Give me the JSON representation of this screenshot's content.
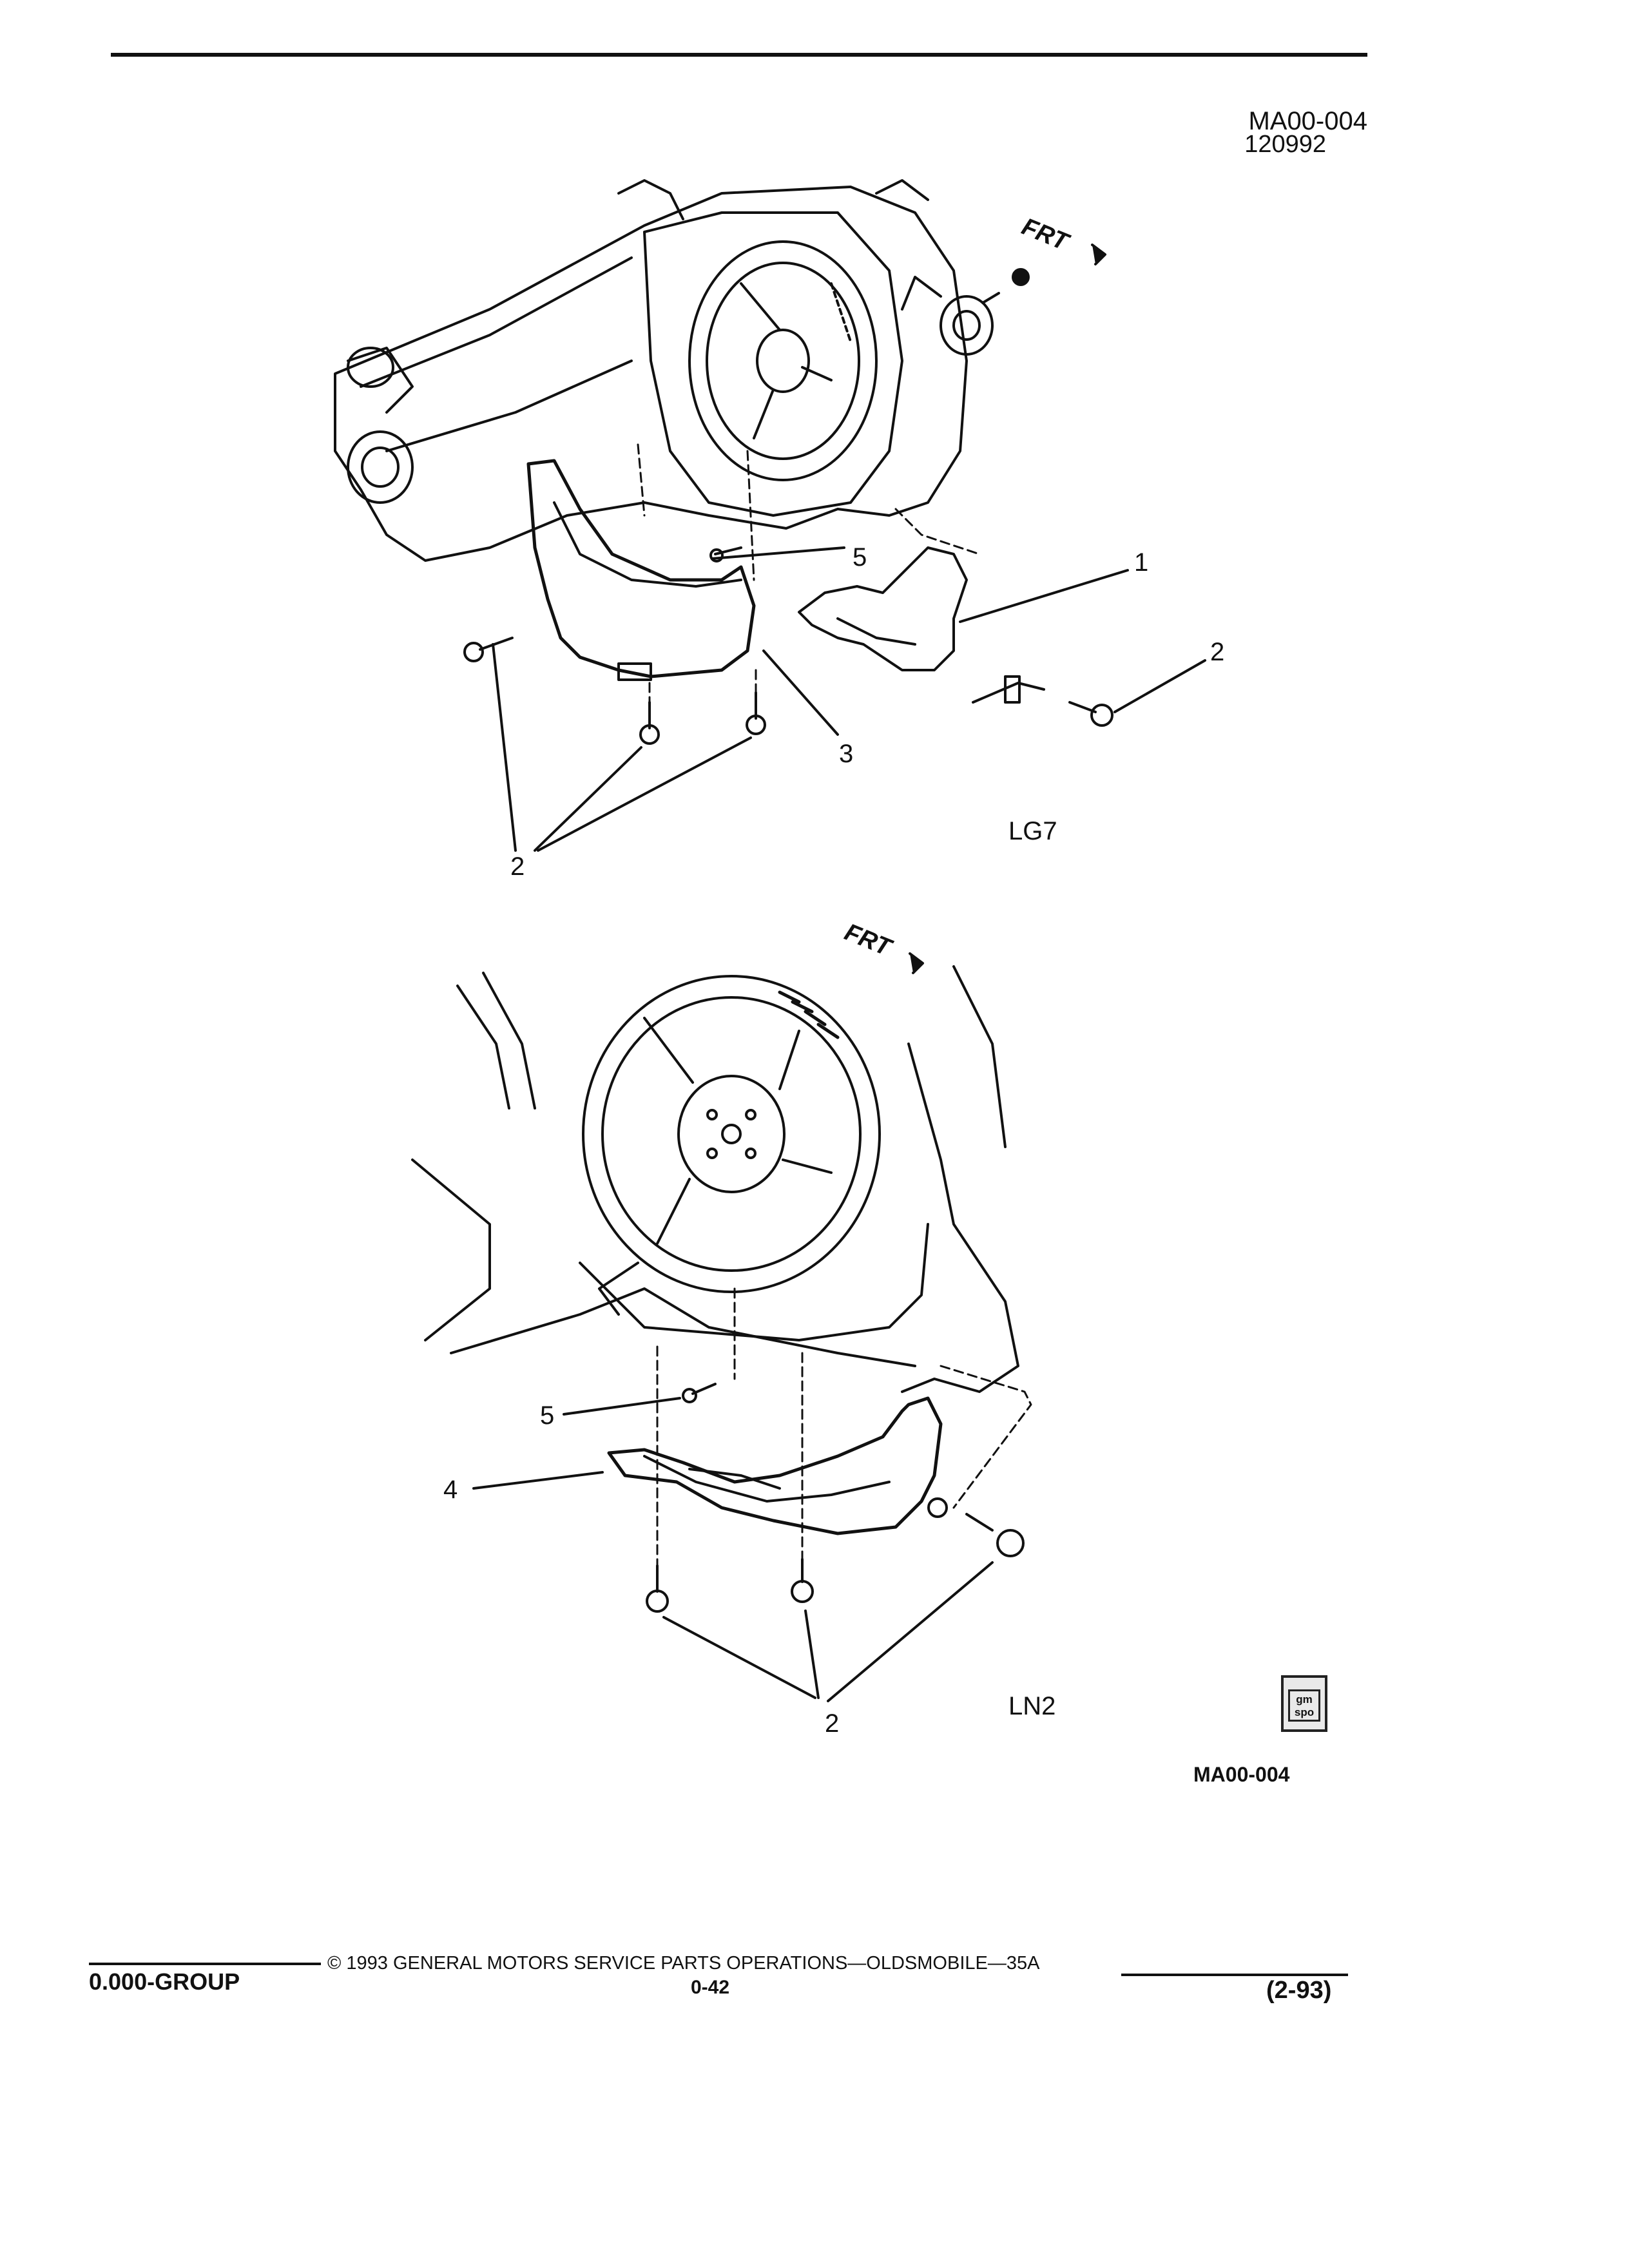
{
  "header": {
    "doc_code": "MA00-004",
    "doc_date": "120992"
  },
  "figures": {
    "upper": {
      "engine_label": "LG7",
      "frt_label": "FRT",
      "callouts": [
        "1",
        "2",
        "2",
        "3",
        "5"
      ]
    },
    "lower": {
      "engine_label": "LN2",
      "frt_label": "FRT",
      "callouts": [
        "2",
        "4",
        "5"
      ]
    },
    "reference_code": "MA00-004",
    "badge_text": "gm spo"
  },
  "footer": {
    "group": "0.000-GROUP",
    "copyright": "© 1993 GENERAL MOTORS SERVICE PARTS OPERATIONS—OLDSMOBILE—35A",
    "page": "0-42",
    "revision": "(2-93)"
  }
}
